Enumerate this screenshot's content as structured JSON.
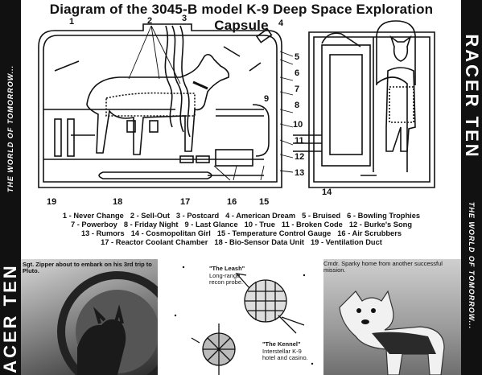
{
  "title": "Diagram of the 3045-B model K-9 Deep Space Exploration Capsule",
  "brand": "RACER TEN",
  "tagline": "THE WORLD OF TOMORROW...",
  "diagram_numbers": {
    "n1": "1",
    "n2": "2",
    "n3": "3",
    "n4": "4",
    "n5": "5",
    "n6": "6",
    "n7": "7",
    "n8": "8",
    "n9": "9",
    "n10": "10",
    "n11": "11",
    "n12": "12",
    "n13": "13",
    "n14": "14",
    "n15": "15",
    "n16": "16",
    "n17": "17",
    "n18": "18",
    "n19": "19"
  },
  "legend_rows": [
    [
      "1 - Never Change",
      "2 - Sell-Out",
      "3 - Postcard",
      "4 - American Dream",
      "5 - Bruised",
      "6 - Bowling Trophies"
    ],
    [
      "7 - Powerboy",
      "8 - Friday Night",
      "9 - Last Glance",
      "10 - True",
      "11 - Broken Code",
      "12 - Burke's Song"
    ],
    [
      "13 - Rumors",
      "14 - Cosmopolitan Girl",
      "15 - Temperature Control Gauge",
      "16 - Air Scrubbers"
    ],
    [
      "17 - Reactor Coolant Chamber",
      "18 - Bio-Sensor Data Unit",
      "19 - Ventilation Duct"
    ]
  ],
  "captions": {
    "left": "Sgt. Zipper about to embark on his 3rd trip to Pluto.",
    "leash_title": "\"The Leash\"",
    "leash_line1": "Long-range",
    "leash_line2": "recon probe.",
    "kennel_title": "\"The Kennel\"",
    "kennel_line1": "Interstellar K-9",
    "kennel_line2": "hotel and casino.",
    "right": "Cmdr. Sparky home from another successful mission."
  },
  "icons": [
    "dog-silhouette-icon",
    "space-probe-icon",
    "space-station-icon"
  ]
}
